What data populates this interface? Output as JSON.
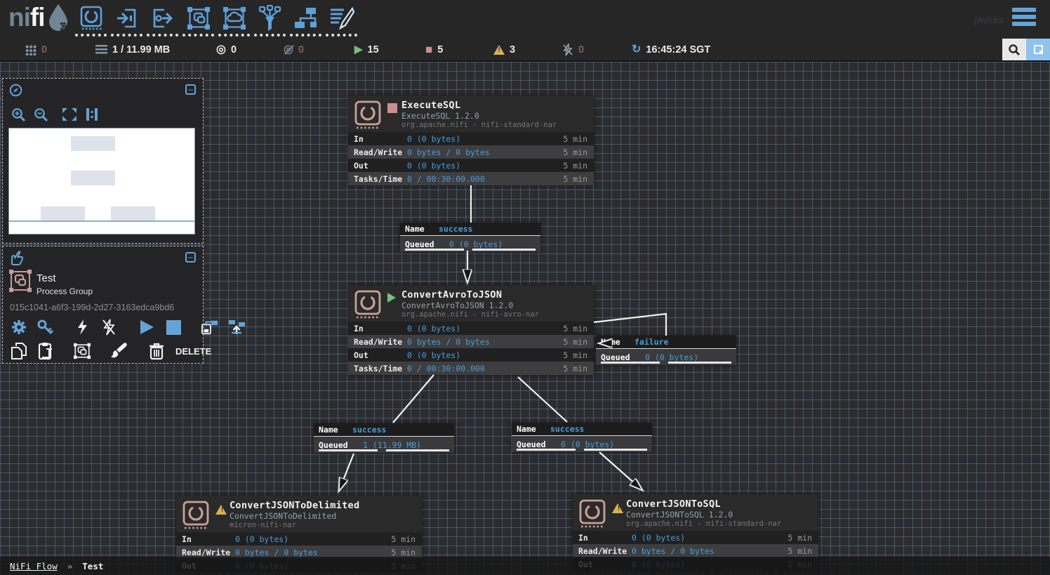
{
  "header": {
    "logo_prefix": "ni",
    "logo_suffix": "fi",
    "username": "pwicks",
    "toolbar_icons": [
      "processor",
      "input-port",
      "output-port",
      "process-group",
      "remote-process-group",
      "funnel",
      "template",
      "label"
    ]
  },
  "status_bar": {
    "clustered": "0",
    "queued": "1 / 11.99 MB",
    "transmitting": "0",
    "not_transmitting": "0",
    "running": "15",
    "stopped": "5",
    "invalid": "3",
    "disabled": "0",
    "refresh_time": "16:45:24 SGT"
  },
  "operate_palette": {
    "title": "Test",
    "subtitle": "Process Group",
    "id": "015c1041-a6f3-199d-2d27-3163edca9bd6",
    "delete_label": "DELETE"
  },
  "canvas": {
    "processors": [
      {
        "name": "ExecuteSQL",
        "type": "ExecuteSQL 1.2.0",
        "bundle": "org.apache.nifi - nifi-standard-nar",
        "status": "stopped",
        "stats": [
          {
            "label": "In",
            "value": "0 (0 bytes)",
            "time": "5 min"
          },
          {
            "label": "Read/Write",
            "value": "0 bytes / 0 bytes",
            "time": "5 min"
          },
          {
            "label": "Out",
            "value": "0 (0 bytes)",
            "time": "5 min"
          },
          {
            "label": "Tasks/Time",
            "value": "0 / 00:30:00.000",
            "time": "5 min"
          }
        ]
      },
      {
        "name": "ConvertAvroToJSON",
        "type": "ConvertAvroToJSON 1.2.0",
        "bundle": "org.apache.nifi - nifi-avro-nar",
        "status": "running",
        "stats": [
          {
            "label": "In",
            "value": "0 (0 bytes)",
            "time": "5 min"
          },
          {
            "label": "Read/Write",
            "value": "0 bytes / 0 bytes",
            "time": "5 min"
          },
          {
            "label": "Out",
            "value": "0 (0 bytes)",
            "time": "5 min"
          },
          {
            "label": "Tasks/Time",
            "value": "0 / 00:30:00.000",
            "time": "5 min"
          }
        ]
      },
      {
        "name": "ConvertJSONToDelimited",
        "type": "ConvertJSONToDelimited",
        "bundle": "micron-nifi-nar",
        "status": "invalid",
        "stats": [
          {
            "label": "In",
            "value": "0 (0 bytes)",
            "time": "5 min"
          },
          {
            "label": "Read/Write",
            "value": "0 bytes / 0 bytes",
            "time": "5 min"
          },
          {
            "label": "Out",
            "value": "0 (0 bytes)",
            "time": "5 min"
          }
        ]
      },
      {
        "name": "ConvertJSONToSQL",
        "type": "ConvertJSONToSQL 1.2.0",
        "bundle": "org.apache.nifi - nifi-standard-nar",
        "status": "invalid",
        "stats": [
          {
            "label": "In",
            "value": "0 (0 bytes)",
            "time": "5 min"
          },
          {
            "label": "Read/Write",
            "value": "0 bytes / 0 bytes",
            "time": "5 min"
          },
          {
            "label": "Out",
            "value": "0 (0 bytes)",
            "time": "5 min"
          }
        ]
      }
    ],
    "connections": [
      {
        "name_label": "Name",
        "name": "success",
        "queued_label": "Queued",
        "queued": "0 (0 bytes)"
      },
      {
        "name_label": "Name",
        "name": "failure",
        "queued_label": "Queued",
        "queued": "0 (0 bytes)"
      },
      {
        "name_label": "Name",
        "name": "success",
        "queued_label": "Queued",
        "queued": "1 (11.99 MB)"
      },
      {
        "name_label": "Name",
        "name": "success",
        "queued_label": "Queued",
        "queued": "0 (0 bytes)"
      }
    ]
  },
  "breadcrumb": {
    "root": "NiFi Flow",
    "separator": "»",
    "current": "Test"
  },
  "colors": {
    "accent_blue": "#5ea0d8",
    "value_blue": "#4b9bd5",
    "running_green": "#72bf7e",
    "stopped_red": "#cf8e8e",
    "warning_yellow": "#d9b154",
    "canvas_bg": "#2c2c2e",
    "grid_line": "#607cac"
  }
}
